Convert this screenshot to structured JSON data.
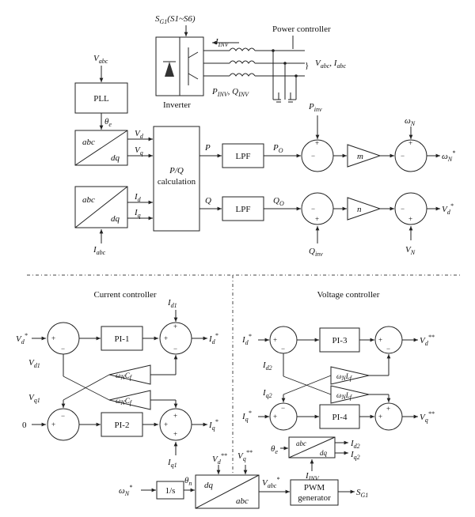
{
  "top": {
    "gate_label": "S",
    "gate_sub": "G1",
    "gate_range": "(S1~S6)",
    "i_inv": "I",
    "i_inv_sub": "INV",
    "power_controller": "Power controller",
    "vabc_iabc": "V",
    "vabc_sub": "abc",
    "iabc_i": "I",
    "iabc_sub": "abc",
    "pinv_qinv": "P",
    "pinv_sub": "INV",
    "qinv_q": "Q",
    "qinv_sub": "INV",
    "inverter": "Inverter",
    "v_abc_in": "V",
    "v_abc_in_sub": "abc",
    "pll": "PLL",
    "theta": "θ",
    "theta_sub": "e",
    "abc": "abc",
    "dq": "dq",
    "vd": "V",
    "vd_sub": "d",
    "vq": "V",
    "vq_sub": "q",
    "id": "I",
    "id_sub": "d",
    "iq": "I",
    "iq_sub": "q",
    "i_abc_in": "I",
    "i_abc_in_sub": "abc",
    "pq_calc_1": "P/Q",
    "pq_calc_2": "calculation",
    "p": "P",
    "q": "Q",
    "lpf": "LPF",
    "po": "P",
    "po_sub": "O",
    "qo": "Q",
    "qo_sub": "O",
    "pinv_ref": "P",
    "pinv_ref_sub": "inv",
    "qinv_ref": "Q",
    "qinv_ref_sub": "inv",
    "m": "m",
    "n": "n",
    "omega_n": "ω",
    "omega_n_sub": "N",
    "omega_out": "ω",
    "omega_out_sub": "N",
    "omega_out_sup": "*",
    "vn": "V",
    "vn_sub": "N",
    "vd_out": "V",
    "vd_out_sub": "d",
    "vd_out_sup": "*"
  },
  "current": {
    "title": "Current controller",
    "vd_in": "V",
    "vd_in_sub": "d",
    "vd_in_sup": "*",
    "pi1": "PI-1",
    "pi2": "PI-2",
    "id1": "I",
    "id1_sub": "d1",
    "iq1": "I",
    "iq1_sub": "q1",
    "id_out": "I",
    "id_out_sub": "d",
    "id_out_sup": "*",
    "iq_out": "I",
    "iq_out_sub": "q",
    "iq_out_sup": "*",
    "vd1": "V",
    "vd1_sub": "d1",
    "vq1": "V",
    "vq1_sub": "q1",
    "gain": "ω",
    "gain_sub": "N",
    "gain_c": "C",
    "gain_c_sub": "f",
    "zero": "0"
  },
  "voltage": {
    "title": "Voltage controller",
    "id_in": "I",
    "id_in_sub": "d",
    "id_in_sup": "*",
    "iq_in": "I",
    "iq_in_sub": "q",
    "iq_in_sup": "*",
    "pi3": "PI-3",
    "pi4": "PI-4",
    "id2": "I",
    "id2_sub": "d2",
    "iq2": "I",
    "iq2_sub": "q2",
    "vd_out": "V",
    "vd_out_sub": "d",
    "vd_out_sup": "**",
    "vq_out": "V",
    "vq_out_sub": "q",
    "vq_out_sup": "**",
    "gain": "ω",
    "gain_sub": "N",
    "gain_l": "L",
    "gain_l_sub": "f"
  },
  "bottom": {
    "omega_in": "ω",
    "omega_in_sub": "N",
    "omega_in_sup": "*",
    "integrator": "1/s",
    "theta_n": "θ",
    "theta_n_sub": "n",
    "vd2": "V",
    "vd2_sub": "d",
    "vd2_sup": "**",
    "vq2": "V",
    "vq2_sub": "q",
    "vq2_sup": "**",
    "dq": "dq",
    "abc": "abc",
    "vabc_ref": "V",
    "vabc_ref_sub": "abc",
    "vabc_ref_sup": "*",
    "pwm_1": "PWM",
    "pwm_2": "generator",
    "sg1": "S",
    "sg1_sub": "G1",
    "theta_e": "θ",
    "theta_e_sub": "e",
    "abc2": "abc",
    "dq2": "dq",
    "id2": "I",
    "id2_sub": "d2",
    "iq2": "I",
    "iq2_sub": "q2",
    "iinv": "I",
    "iinv_sub": "INV"
  },
  "signs": {
    "plus": "+",
    "minus": "−"
  }
}
